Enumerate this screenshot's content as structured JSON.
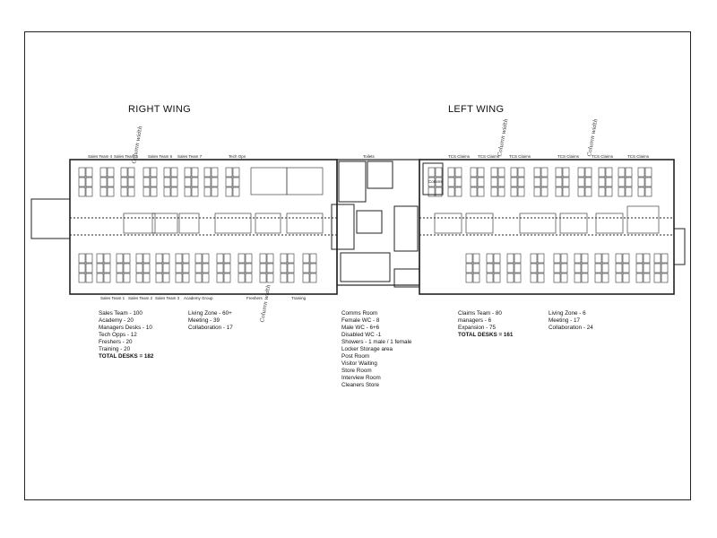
{
  "headings": {
    "right_wing": "RIGHT WING",
    "left_wing": "LEFT WING"
  },
  "plan_labels": {
    "top_right_wing": [
      "Sales Team 4",
      "Sales Team 5",
      "Sales Team 6",
      "Sales Team 7",
      "Tech Ops"
    ],
    "bottom_right_wing": [
      "Sales Team 1",
      "Sales Team 2",
      "Sales Team 3",
      "Academy Group",
      "Freshers",
      "Training"
    ],
    "core": [
      "Toilets",
      "Comms"
    ],
    "top_left_wing": [
      "TCS Claims",
      "TCS Claims",
      "TCS Claims",
      "TCS Claims",
      "TCS Claims",
      "TCS Claims"
    ]
  },
  "handwritten": [
    "Column width",
    "Column width",
    "Column width",
    "Column width"
  ],
  "right_wing_summary": {
    "desks": [
      "Sales Team - 100",
      "Academy - 20",
      "Managers Desks - 10",
      "Tech Opps - 12",
      "Freshers - 20",
      "Training - 20"
    ],
    "total": "TOTAL DESKS = 182",
    "zones": [
      "Living Zone - 60+",
      "Meeting - 39",
      "Collaboration - 17"
    ]
  },
  "core_summary": [
    "Comms Room",
    "Female WC - 8",
    "Male WC - 6+6",
    "Disabled WC -1",
    "Showers - 1 male / 1 female",
    "Locker Storage area",
    "Post Room",
    "Visitor Waiting",
    "Store Room",
    "Interview Room",
    "Cleaners Store"
  ],
  "left_wing_summary": {
    "desks": [
      "Claims Team - 80",
      "managers - 6",
      "Expansion - 75"
    ],
    "total": "TOTAL DESKS = 161",
    "zones": [
      "Living Zone - 6",
      "Meeting - 17",
      "Collaboration - 24"
    ]
  }
}
